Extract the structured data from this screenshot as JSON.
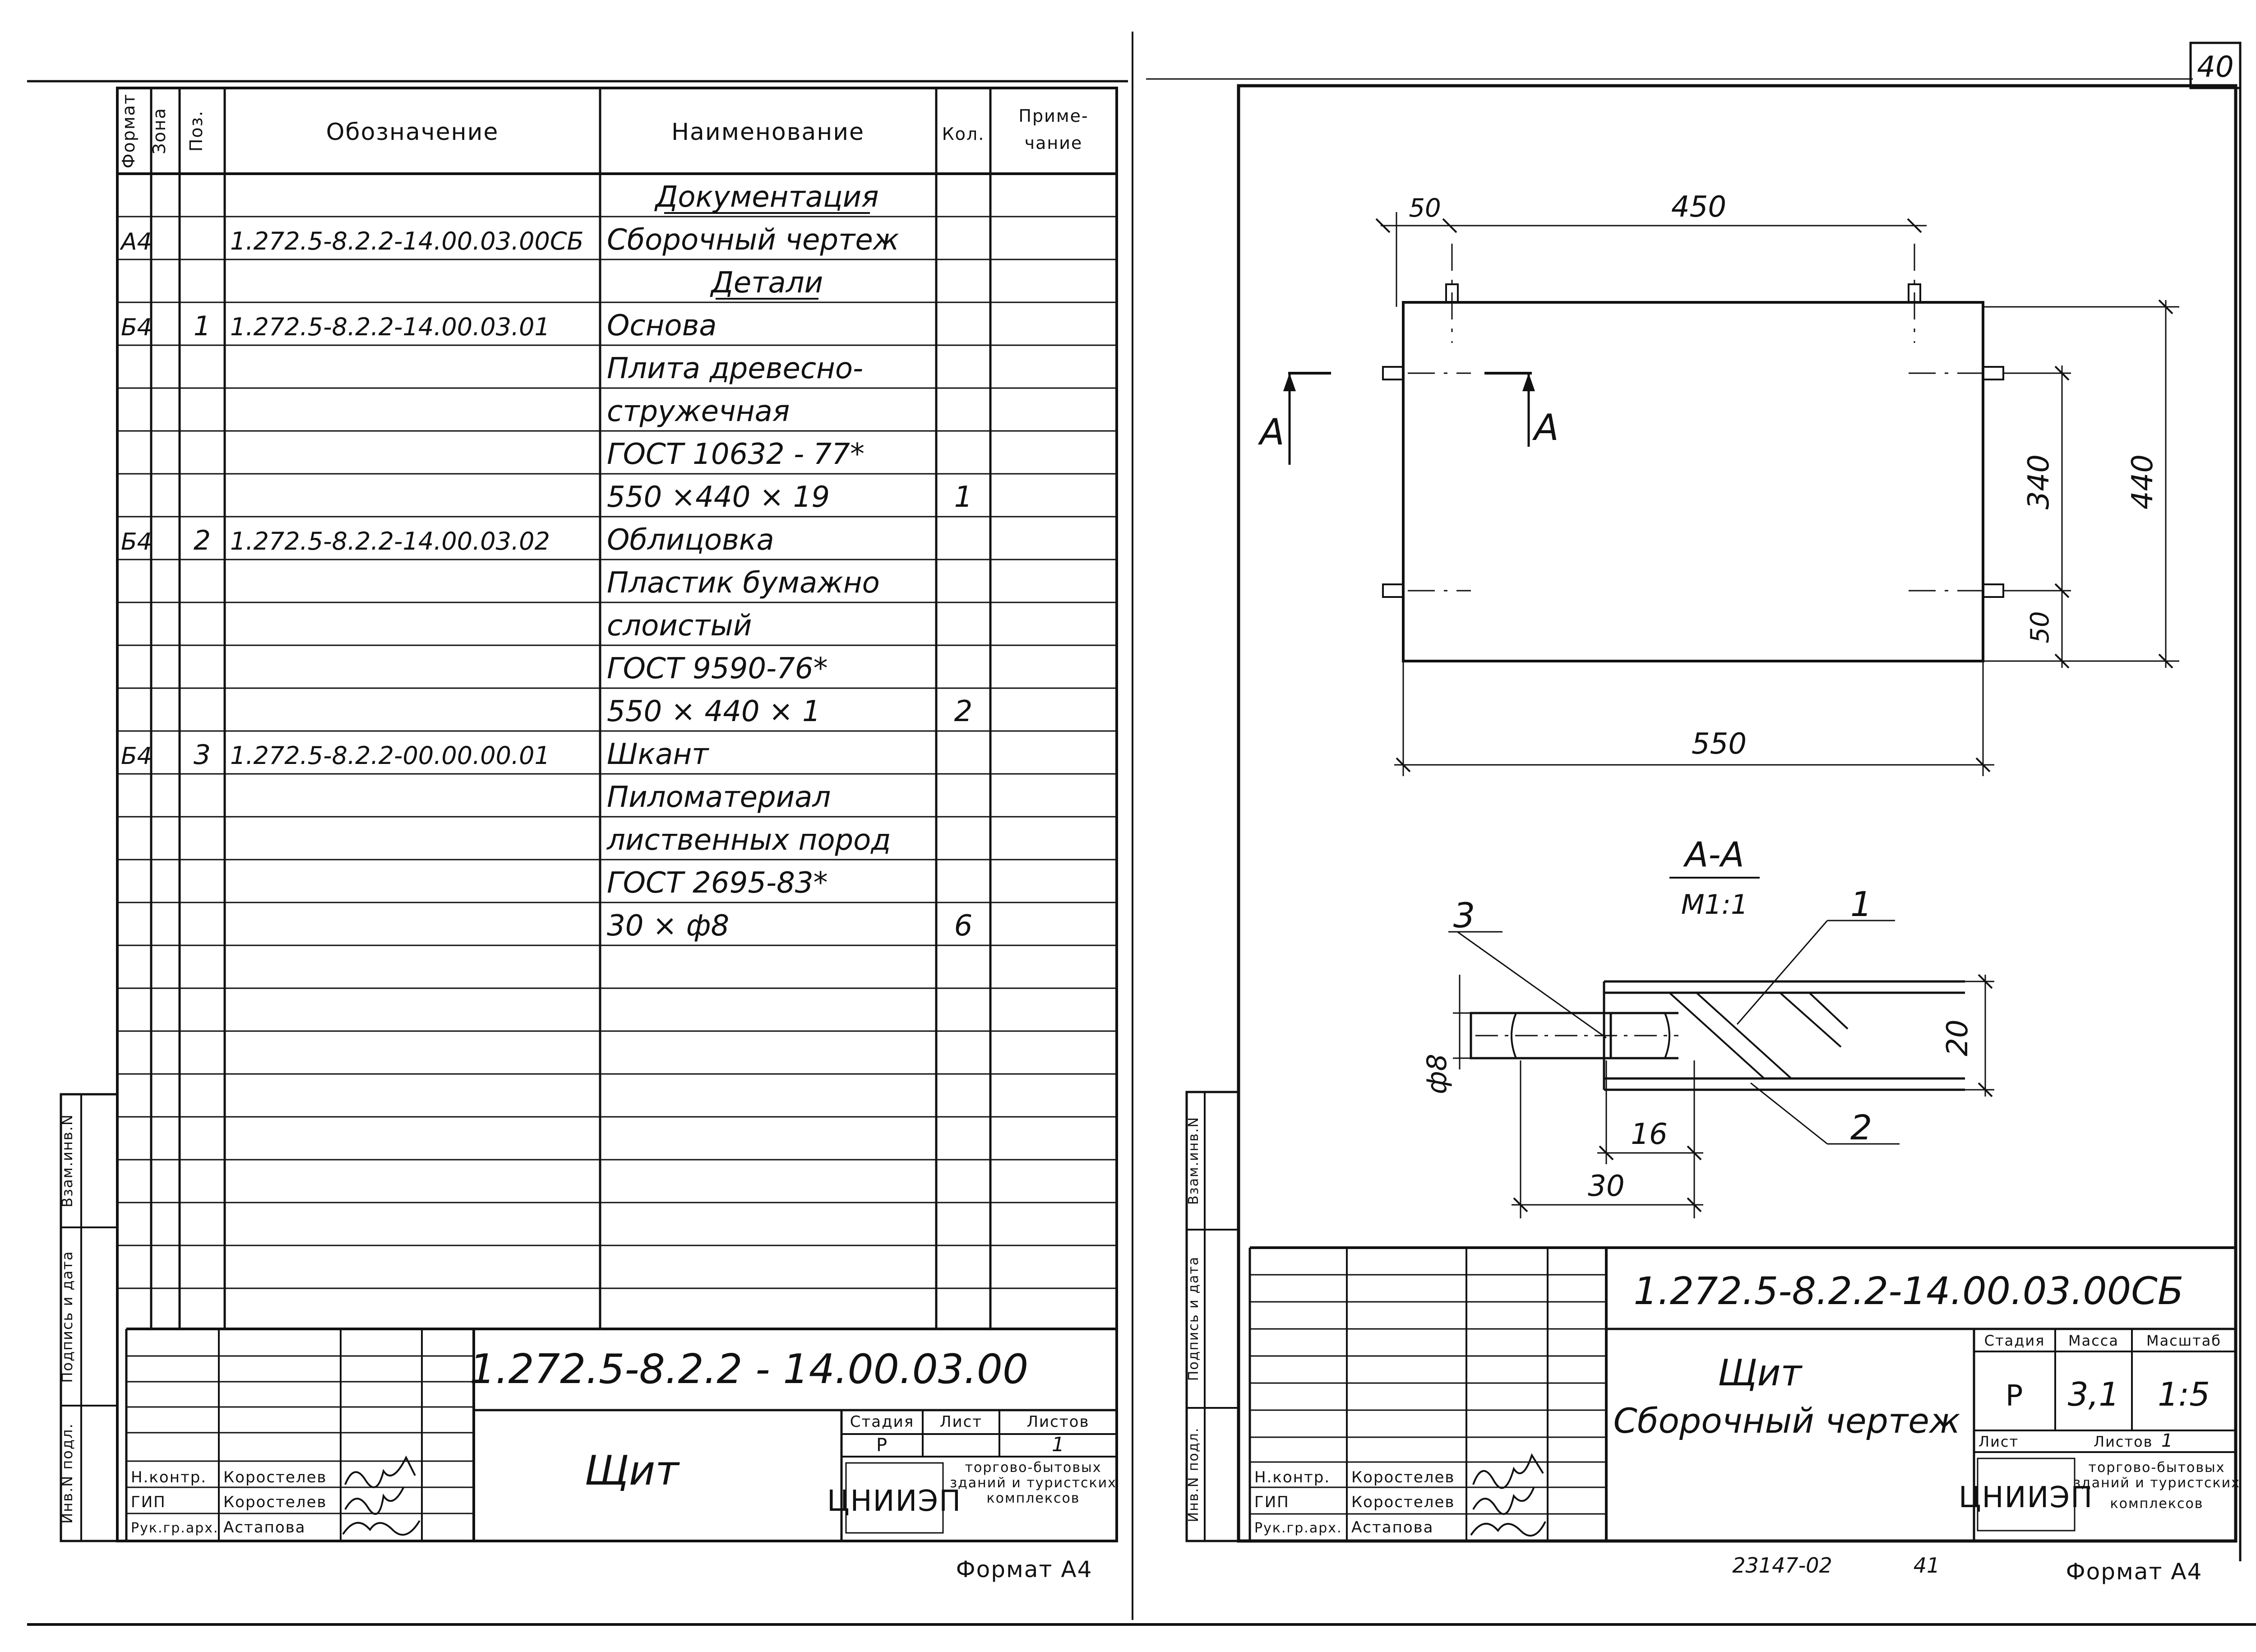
{
  "sheet_number": "40",
  "spec": {
    "headers": {
      "format": "Формат",
      "zone": "Зона",
      "pos": "Поз.",
      "designation": "Обозначение",
      "name": "Наименование",
      "qty": "Кол.",
      "note_line1": "Приме-",
      "note_line2": "чание"
    },
    "rows": [
      {
        "name": "Документация"
      },
      {
        "format": "А4",
        "designation": "1.272.5-8.2.2-14.00.03.00СБ",
        "name": "Сборочный чертеж"
      },
      {
        "name": "Детали"
      },
      {
        "format": "Б4",
        "pos": "1",
        "designation": "1.272.5-8.2.2-14.00.03.01",
        "name": "Основа"
      },
      {
        "name": "Плита древесно-"
      },
      {
        "name": "стружечная"
      },
      {
        "name": "ГОСТ 10632 - 77*"
      },
      {
        "name": "550 ×440 × 19",
        "qty": "1"
      },
      {
        "format": "Б4",
        "pos": "2",
        "designation": "1.272.5-8.2.2-14.00.03.02",
        "name": "Облицовка"
      },
      {
        "name": "Пластик бумажно"
      },
      {
        "name": "слоистый"
      },
      {
        "name": "ГОСТ 9590-76*"
      },
      {
        "name": "550 × 440 × 1",
        "qty": "2"
      },
      {
        "format": "Б4",
        "pos": "3",
        "designation": "1.272.5-8.2.2-00.00.00.01",
        "name": "Шкант"
      },
      {
        "name": "Пиломатериал"
      },
      {
        "name": "лиственных пород"
      },
      {
        "name": "ГОСТ 2695-83*"
      },
      {
        "name": "30 × ф8",
        "qty": "6"
      }
    ],
    "title_block": {
      "code": "1.272.5-8.2.2 - 14.00.03.00",
      "name": "Щит",
      "stage_label": "Стадия",
      "sheet_label": "Лист",
      "sheets_label": "Листов",
      "stage": "Р",
      "sheets": "1",
      "org_name_line1": "торгово-бытовых",
      "org_name_line2": "зданий и туристских",
      "org_name_line3": "комплексов",
      "org_logo": "ЦНИИЭП",
      "staff": [
        {
          "role": "Н.контр.",
          "person": "Коростелев"
        },
        {
          "role": "ГИП",
          "person": "Коростелев"
        },
        {
          "role": "Рук.гр.арх.",
          "person": "Астапова"
        }
      ]
    },
    "side_labels": [
      "Взам.инв.N",
      "Подпись и дата",
      "Инв.N подл."
    ],
    "format_caption": "Формат А4"
  },
  "assembly": {
    "dimensions": {
      "d50_top": "50",
      "d450": "450",
      "d340": "340",
      "d440": "440",
      "d50_right": "50",
      "d550": "550"
    },
    "section_marks": {
      "left": "А",
      "right": "А"
    },
    "section_title": "А-А",
    "section_scale": "М1:1",
    "section_dims": {
      "d20": "20",
      "d8": "ф8",
      "d16": "16",
      "d30": "30"
    },
    "callouts": {
      "c1": "1",
      "c2": "2",
      "c3": "3"
    },
    "title_block": {
      "code": "1.272.5-8.2.2-14.00.03.00СБ",
      "name_line1": "Щит",
      "name_line2": "Сборочный чертеж",
      "stage_label": "Стадия",
      "mass_label": "Масса",
      "scale_label": "Масштаб",
      "stage": "Р",
      "mass": "3,1",
      "scale": "1:5",
      "sheet_label": "Лист",
      "sheets_label": "Листов",
      "sheets": "1",
      "org_logo": "ЦНИИЭП",
      "org_name_line1": "торгово-бытовых",
      "org_name_line2": "зданий и туристских",
      "org_name_line3": "комплексов",
      "staff": [
        {
          "role": "Н.контр.",
          "person": "Коростелев"
        },
        {
          "role": "ГИП",
          "person": "Коростелев"
        },
        {
          "role": "Рук.гр.арх.",
          "person": "Астапова"
        }
      ]
    },
    "side_labels": [
      "Взам.инв.N",
      "Подпись и дата",
      "Инв.N подл."
    ],
    "archive_number": "23147-02",
    "page_number": "41",
    "format_caption": "Формат А4"
  }
}
